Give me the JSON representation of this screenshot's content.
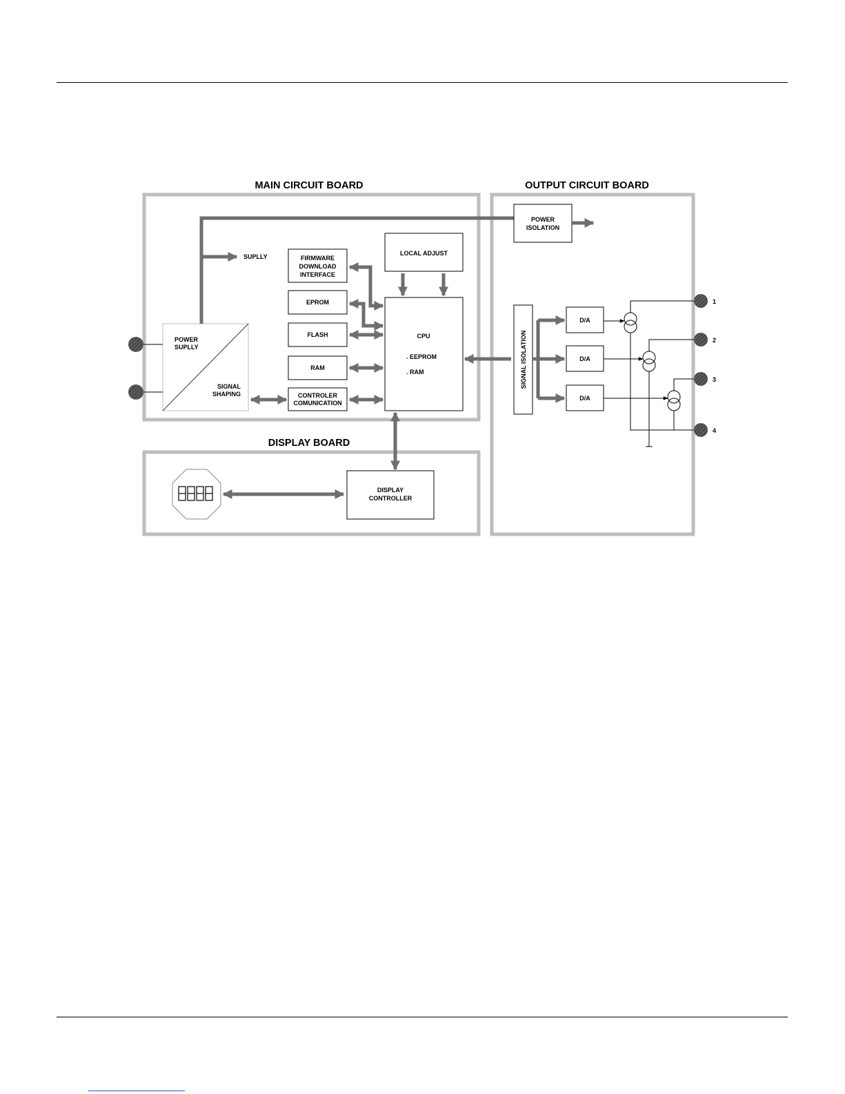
{
  "boards": {
    "main": "MAIN CIRCUIT  BOARD",
    "output": "OUTPUT  CIRCUIT  BOARD",
    "display": "DISPLAY  BOARD"
  },
  "blocks": {
    "power_isolation": [
      "POWER",
      "ISOLATION"
    ],
    "supply": "SUPLLY",
    "local_adjust": "LOCAL ADJUST",
    "firmware": [
      "FIRMWARE",
      "DOWNLOAD",
      "INTERFACE"
    ],
    "eprom": "EPROM",
    "flash": "FLASH",
    "ram": "RAM",
    "controler": [
      "CONTROLER",
      "COMUNICATION"
    ],
    "cpu": [
      "CPU",
      ". EEPROM",
      ". RAM"
    ],
    "power_supply": [
      "POWER",
      "SUPLLY"
    ],
    "signal_shaping": [
      "SIGNAL",
      "SHAPING"
    ],
    "signal_isolation": "SIGNAL ISOLATION",
    "da": [
      "D/A",
      "D/A",
      "D/A"
    ],
    "display_controller": [
      "DISPLAY",
      "CONTROLLER"
    ]
  },
  "terminals": [
    "1",
    "2",
    "3",
    "4"
  ],
  "colors": {
    "board_border": "#bdbdbd",
    "bus": "#6e6e6e",
    "terminal": "#444444"
  }
}
